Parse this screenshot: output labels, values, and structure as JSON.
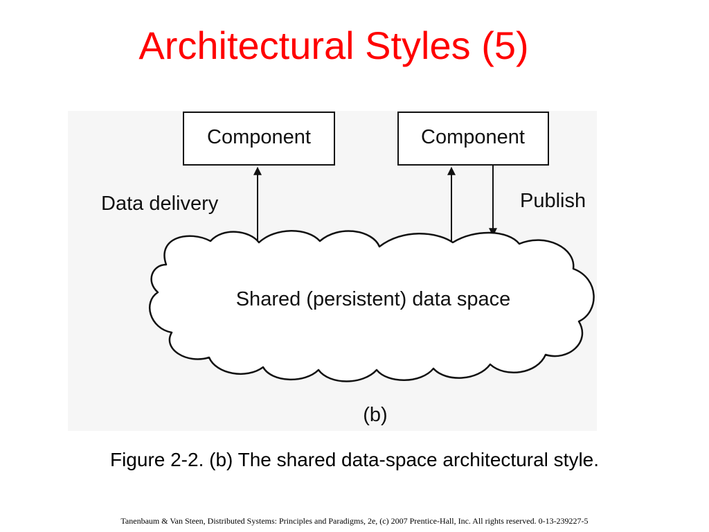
{
  "slide": {
    "title": "Architectural Styles (5)",
    "caption": "Figure 2-2. (b) The shared data-space architectural style.",
    "footer": "Tanenbaum & Van Steen, Distributed Systems: Principles and Paradigms, 2e, (c) 2007 Prentice-Hall, Inc. All rights reserved. 0-13-239227-5"
  },
  "diagram": {
    "components": [
      {
        "label": "Component"
      },
      {
        "label": "Component"
      }
    ],
    "arrows": [
      {
        "label": "Data delivery",
        "direction": "up"
      },
      {
        "label": "",
        "direction": "up"
      },
      {
        "label": "Publish",
        "direction": "down"
      }
    ],
    "data_space": {
      "label": "Shared (persistent) data space"
    },
    "sublabel": "(b)"
  }
}
